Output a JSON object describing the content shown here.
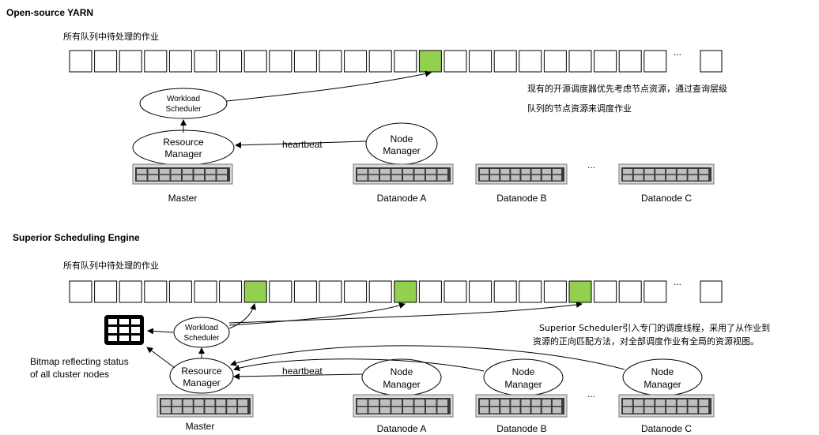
{
  "colors": {
    "queue_fill": "#ffffff",
    "queue_selected": "#92d050",
    "stroke": "#000000",
    "server_dark": "#3a3a3a",
    "server_light": "#d9d9d9"
  },
  "yarn": {
    "title": "Open-source YARN",
    "queue_label": "所有队列中待处理的作业",
    "ellipsis_queue": "...",
    "note_line1": "现有的开源调度器优先考虑节点资源，通过查询层级",
    "note_line2": "队列的节点资源来调度作业",
    "workload_scheduler": [
      "Workload",
      "Scheduler"
    ],
    "resource_manager": [
      "Resource",
      "Manager"
    ],
    "node_manager": [
      "Node",
      "Manager"
    ],
    "heartbeat": "heartbeat",
    "master": "Master",
    "datanode_a": "Datanode A",
    "datanode_b": "Datanode B",
    "datanode_c": "Datanode C",
    "ellipsis_nodes": "..."
  },
  "sse": {
    "title": "Superior Scheduling  Engine",
    "queue_label": "所有队列中待处理的作业",
    "ellipsis_queue": "...",
    "note_line1": "Superior Scheduler引入专门的调度线程，采用了从作业到",
    "note_line2": "资源的正向匹配方法，对全部调度作业有全局的资源视图。",
    "bitmap_line1": "Bitmap reflecting status",
    "bitmap_line2": "of all cluster nodes",
    "workload_scheduler": [
      "Workload",
      "Scheduler"
    ],
    "resource_manager": [
      "Resource",
      "Manager"
    ],
    "node_manager": [
      "Node",
      "Manager"
    ],
    "heartbeat": "heartbeat",
    "master": "Master",
    "datanode_a": "Datanode A",
    "datanode_b": "Datanode B",
    "datanode_c": "Datanode C",
    "ellipsis_nodes": "..."
  }
}
